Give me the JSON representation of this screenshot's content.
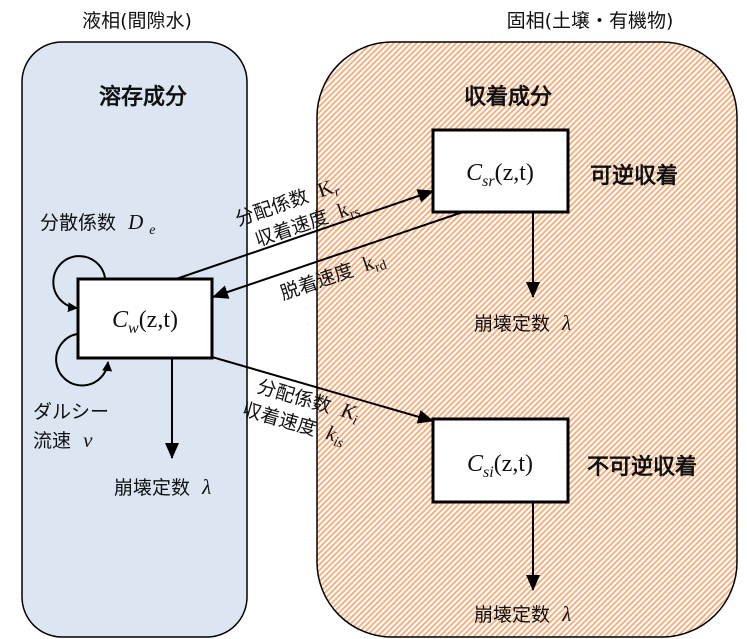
{
  "colors": {
    "liquid_fill": "#dce6f2",
    "solid_hatch": "#f4b183",
    "stroke": "#000000",
    "box_fill": "#ffffff"
  },
  "liquid_phase": {
    "header": "液相(間隙水)",
    "title": "溶存成分",
    "dispersion_label": "分散係数",
    "dispersion_symbol": "D",
    "dispersion_sub": "e",
    "darcy_label_1": "ダルシー",
    "darcy_label_2": "流速",
    "darcy_symbol": "v",
    "decay_label": "崩壊定数",
    "decay_symbol": "λ",
    "box": {
      "C": "C",
      "sub": "w",
      "args": "(z,t)"
    }
  },
  "solid_phase": {
    "header": "固相(土壌・有機物)",
    "title": "収着成分",
    "reversible": {
      "label": "可逆収着",
      "box": {
        "C": "C",
        "sub": "sr",
        "args": "(z,t)"
      },
      "decay_label": "崩壊定数",
      "decay_symbol": "λ"
    },
    "irreversible": {
      "label": "不可逆収着",
      "box": {
        "C": "C",
        "sub": "si",
        "args": "(z,t)"
      },
      "decay_label": "崩壊定数",
      "decay_symbol": "λ"
    }
  },
  "flows": {
    "to_reversible": {
      "line1_label": "分配係数",
      "line1_symbol": "K",
      "line1_sub": "r",
      "line2_label": "収着速度",
      "line2_symbol": "k",
      "line2_sub": "rs"
    },
    "from_reversible": {
      "label": "脱着速度",
      "symbol": "k",
      "sub": "rd"
    },
    "to_irreversible": {
      "line1_label": "分配係数",
      "line1_symbol": "K",
      "line1_sub": "i",
      "line2_label": "収着速度",
      "line2_symbol": "k",
      "line2_sub": "is"
    }
  }
}
